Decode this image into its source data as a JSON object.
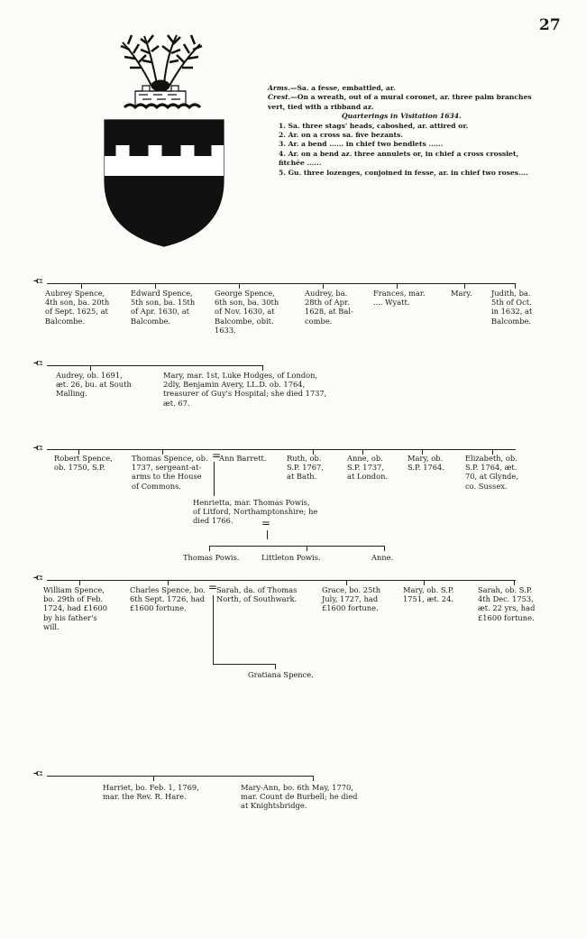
{
  "page_number": "27",
  "heraldry": {
    "arms_label": "Arms.",
    "arms_text": "—Sa. a fesse, embattled, ar.",
    "crest_label": "Crest.",
    "crest_text": "—On a wreath, out of a mural coronet, ar. three palm branches vert, tied with a ribband az.",
    "quarterings_title": "Quarterings in Visitation 1634.",
    "quarterings": [
      "1. Sa. three stags' heads, caboshed, ar. attired or.",
      "2. Ar. on a cross sa. five bezants.",
      "3. Ar. a bend ...... in chief two bendlets ......",
      "4. Ar. on a bend az. three annulets or, in chief a cross crosslet, fitchée ......",
      "5. Gu. three lozenges, conjoined in fesse, ar. in chief two roses...."
    ]
  },
  "gen1": [
    "Aubrey Spence,\n4th son, ba. 20th\nof Sept. 1625, at\nBalcombe.",
    "Edward Spence,\n5th son, ba. 15th\nof Apr. 1630, at\nBalcombe.",
    "George Spence,\n6th son, ba. 30th\nof Nov. 1630, at\nBalcombe, obit.\n1633.",
    "Audrey, ba.\n28th of Apr.\n1628, at Bal-\ncombe.",
    "Frances, mar.\n.... Wyatt.",
    "Mary.",
    "Judith, ba.\n5th of Oct.\nin 1632, at\nBalcombe."
  ],
  "gen2": [
    "Audrey, ob. 1691,\næt. 26, bu. at South\nMalling.",
    "Mary, mar. 1st, Luke Hodges, of London,\n2dly, Benjamin Avery, LL.D. ob. 1764,\ntreasurer of Guy's Hospital; she died 1737,\næt. 67."
  ],
  "gen3": [
    "Robert Spence,\nob. 1750, S.P.",
    "Thomas Spence, ob.\n1737, sergeant-at-\narms to the House\nof Commons.",
    "Ann Barrett.",
    "Ruth, ob.\nS.P. 1767,\nat Bath.",
    "Anne, ob.\nS.P. 1737,\nat London.",
    "Mary, ob.\nS.P. 1764.",
    "Elizabeth, ob.\nS.P. 1764, æt.\n70, at Glynde,\nco. Sussex."
  ],
  "henrietta": "Henrietta, mar. Thomas Powis,\nof Litford, Northamptonshire; he\ndied 1766.",
  "powis_children": [
    "Thomas Powis.",
    "Littleton Powis.",
    "Anne."
  ],
  "gen4": [
    "William Spence,\nbo. 29th of Feb.\n1724, had £1600\nby his father's\nwill.",
    "Charles Spence, bo.\n6th Sept. 1726, had\n£1600 fortune.",
    "Sarah, da. of Thomas\nNorth, of Southwark.",
    "Grace, bo. 25th\nJuly, 1727, had\n£1600 fortune.",
    "Mary, ob. S.P.\n1751, æt. 24.",
    "Sarah, ob. S.P.\n4th Dec. 1753,\næt. 22 yrs, had\n£1600 fortune."
  ],
  "gratiana": "Gratiana Spence.",
  "gen5": [
    "Harriet, bo. Feb. 1, 1769,\nmar. the Rev. R. Hare.",
    "Mary-Ann, bo. 6th May, 1770,\nmar. Count de Burbell; he died\nat Knightsbridge."
  ]
}
